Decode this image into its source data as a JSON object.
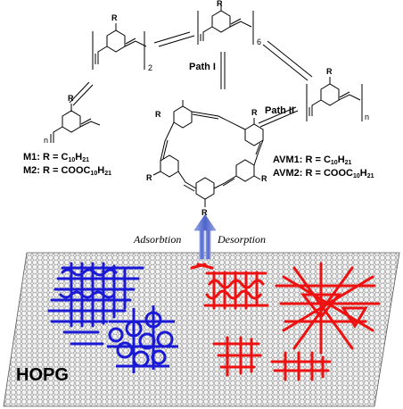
{
  "labels": {
    "r": "R",
    "n": "n",
    "two": "2",
    "six": "6",
    "path1": "Path I",
    "path2": "Path II",
    "m1_prefix": "M1:  R = C",
    "m1_sub1": "10",
    "m1_mid": "H",
    "m1_sub2": "21",
    "m2_prefix": "M2:  R = COOC",
    "m2_sub1": "10",
    "m2_mid": "H",
    "m2_sub2": "21",
    "avm1_prefix": "AVM1:  R = C",
    "avm1_sub1": "10",
    "avm1_mid": "H",
    "avm1_sub2": "21",
    "avm2_prefix": "AVM2:  R = COOC",
    "avm2_sub1": "10",
    "avm2_mid": "H",
    "avm2_sub2": "21",
    "adsorption": "Adsorbtion",
    "desorption": "Desorption",
    "substrate": "HOPG"
  },
  "colors": {
    "line": "#000000",
    "graphite_line": "#7a7a7a",
    "graphite_fill": "#f2f2f2",
    "blue": "#1a1ad6",
    "red": "#ee1111",
    "arrow": "#5b6fd1"
  }
}
